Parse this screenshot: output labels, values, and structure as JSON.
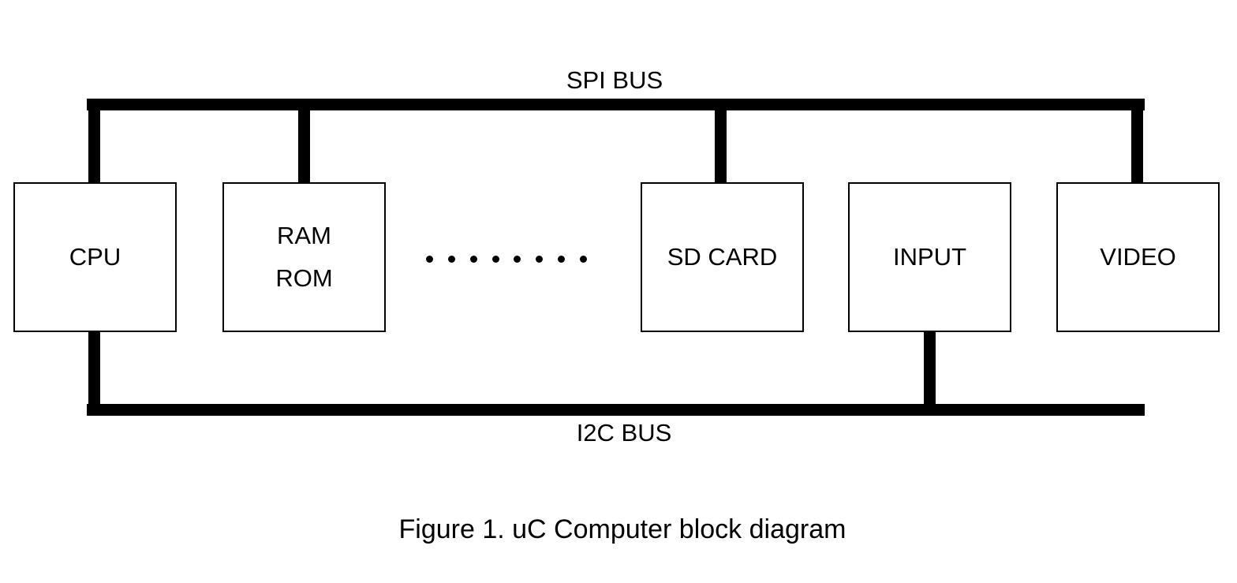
{
  "diagram": {
    "spi_bus_label": "SPI BUS",
    "i2c_bus_label": "I2C BUS",
    "blocks": [
      {
        "id": "cpu",
        "lines": [
          "CPU"
        ]
      },
      {
        "id": "ram-rom",
        "lines": [
          "RAM",
          "ROM"
        ]
      },
      {
        "id": "sd-card",
        "lines": [
          "SD CARD"
        ]
      },
      {
        "id": "input",
        "lines": [
          "INPUT"
        ]
      },
      {
        "id": "video",
        "lines": [
          "VIDEO"
        ]
      }
    ],
    "ellipsis_dot_count": 8,
    "caption": "Figure 1. uC Computer block diagram"
  }
}
